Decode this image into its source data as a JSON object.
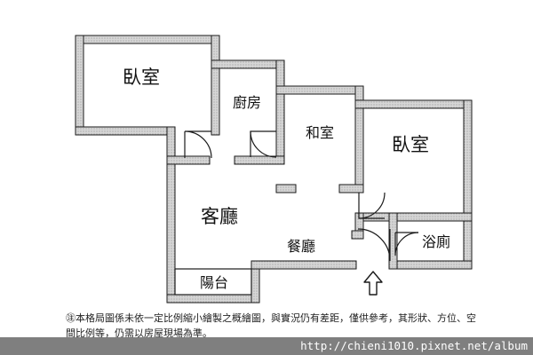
{
  "rooms": {
    "bedroom_left": "臥室",
    "kitchen": "廚房",
    "japanese_room": "和室",
    "bedroom_right": "臥室",
    "living_room": "客廳",
    "dining_room": "餐廳",
    "bathroom": "浴廁",
    "balcony": "陽台"
  },
  "entrance_icon": "up-arrow-icon",
  "note": "㊟本格局圖係未依一定比例縮小繪製之概繪圖，與實況仍有差距，僅供參考，其形狀、方位、空間比例等，仍需以房屋現場為準。",
  "watermark": "http://chieni1010.pixnet.net/album",
  "colors": {
    "wall_fill": "#cfcfcf",
    "wall_edge": "#1a1a1a",
    "watermark_bg": "#7f7f7f"
  }
}
